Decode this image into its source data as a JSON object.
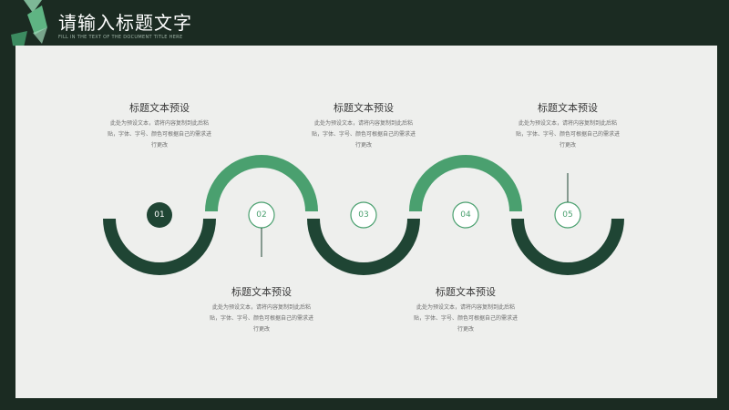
{
  "slide": {
    "title": "请输入标题文字",
    "subtitle": "FILL IN THE TEXT OF THE DOCUMENT TITLE HERE"
  },
  "steps": [
    {
      "number": "01",
      "heading": "标题文本预设",
      "body": "此处为预设文本，请将内容复制到此后粘贴，字体、字号、颜色可根据自己的需求进行更改",
      "position": "top"
    },
    {
      "number": "02",
      "heading": "标题文本预设",
      "body": "此处为预设文本，请将内容复制到此后粘贴，字体、字号、颜色可根据自己的需求进行更改",
      "position": "bottom"
    },
    {
      "number": "03",
      "heading": "标题文本预设",
      "body": "此处为预设文本，请将内容复制到此后粘贴，字体、字号、颜色可根据自己的需求进行更改",
      "position": "top"
    },
    {
      "number": "04",
      "heading": "标题文本预设",
      "body": "此处为预设文本，请将内容复制到此后粘贴，字体、字号、颜色可根据自己的需求进行更改",
      "position": "bottom"
    },
    {
      "number": "05",
      "heading": "标题文本预设",
      "body": "此处为预设文本，请将内容复制到此后粘贴，字体、字号、颜色可根据自己的需求进行更改",
      "position": "top"
    }
  ],
  "colors": {
    "dark_green": "#1f4534",
    "light_green": "#4aa06f",
    "background": "#1b2b22",
    "panel": "#eeefed"
  }
}
